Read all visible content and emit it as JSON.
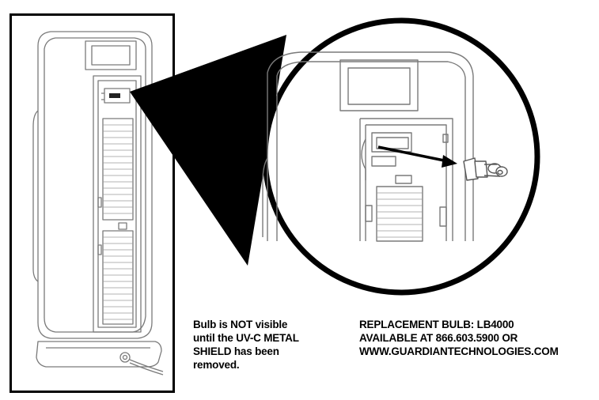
{
  "captions": {
    "bulb_note": [
      "Bulb is NOT visible",
      "until the UV-C METAL",
      "SHIELD has been",
      "removed."
    ],
    "replacement_info": [
      "REPLACEMENT BULB: LB4000",
      "AVAILABLE AT 866.603.5900 OR",
      "WWW.GUARDIANTECHNOLOGIES.COM"
    ]
  },
  "colors": {
    "ink": "#000000",
    "line_art": "#777777",
    "background": "#ffffff"
  }
}
